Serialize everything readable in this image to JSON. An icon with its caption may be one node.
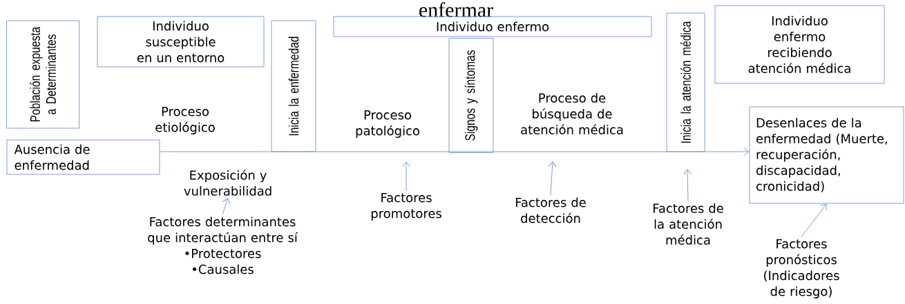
{
  "diagram": {
    "title": "enfermar",
    "nodes": [
      {
        "text": [
          "Población expuesta a Determinantes"
        ]
      },
      {
        "text": [
          "Individuo susceptible en un entorno"
        ]
      },
      {
        "text": [
          "Inicia la enfermedad"
        ]
      },
      {
        "text": [
          "Individuo enfermo"
        ]
      },
      {
        "text": [
          "Signos y síntomas"
        ]
      },
      {
        "text": [
          "Inicia la atención médica"
        ]
      },
      {
        "text": [
          "Individuo enfermo recibiendo atención médica"
        ]
      },
      {
        "text": [
          "Ausencia de enfermedad"
        ]
      },
      {
        "text": [
          "Desenlaces de la enfermedad (Muerte, recuperación, discapacidad, cronicidad)"
        ]
      },
      {
        "text": [
          "Exposición y vulnerabilidad"
        ]
      },
      {
        "text": [
          "Factores determinantes que interactúan entre sí",
          "•Protectores",
          "•Causales"
        ]
      },
      {
        "text": [
          "Factores promotores"
        ]
      },
      {
        "text": [
          "Factores de detección"
        ]
      },
      {
        "text": [
          "Factores de la atención médica"
        ]
      },
      {
        "text": [
          "Factores pronósticos (Indicadores de riesgo)"
        ]
      }
    ],
    "edges": [
      {
        "from": 7,
        "to": 8,
        "arrow": "to"
      },
      {
        "from": 10,
        "to": 9,
        "arrow": "to"
      },
      {
        "from": 11,
        "to": null,
        "arrow": "to"
      },
      {
        "from": 12,
        "to": null,
        "arrow": "to"
      },
      {
        "from": 13,
        "to": null,
        "arrow": "to"
      },
      {
        "from": 14,
        "to": 8,
        "arrow": "to"
      }
    ],
    "labels": [
      "Proceso etiológico",
      "Proceso patológico",
      "Proceso de búsqueda de atención médica"
    ]
  }
}
